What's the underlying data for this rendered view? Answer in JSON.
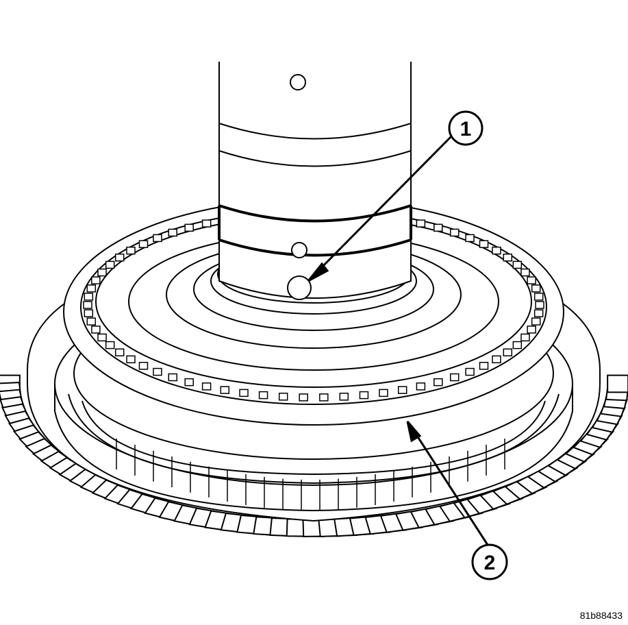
{
  "figure": {
    "id": "81b88433",
    "callouts": [
      {
        "number": "1"
      },
      {
        "number": "2"
      }
    ]
  },
  "colors": {
    "line": "#000000",
    "background": "#ffffff"
  }
}
